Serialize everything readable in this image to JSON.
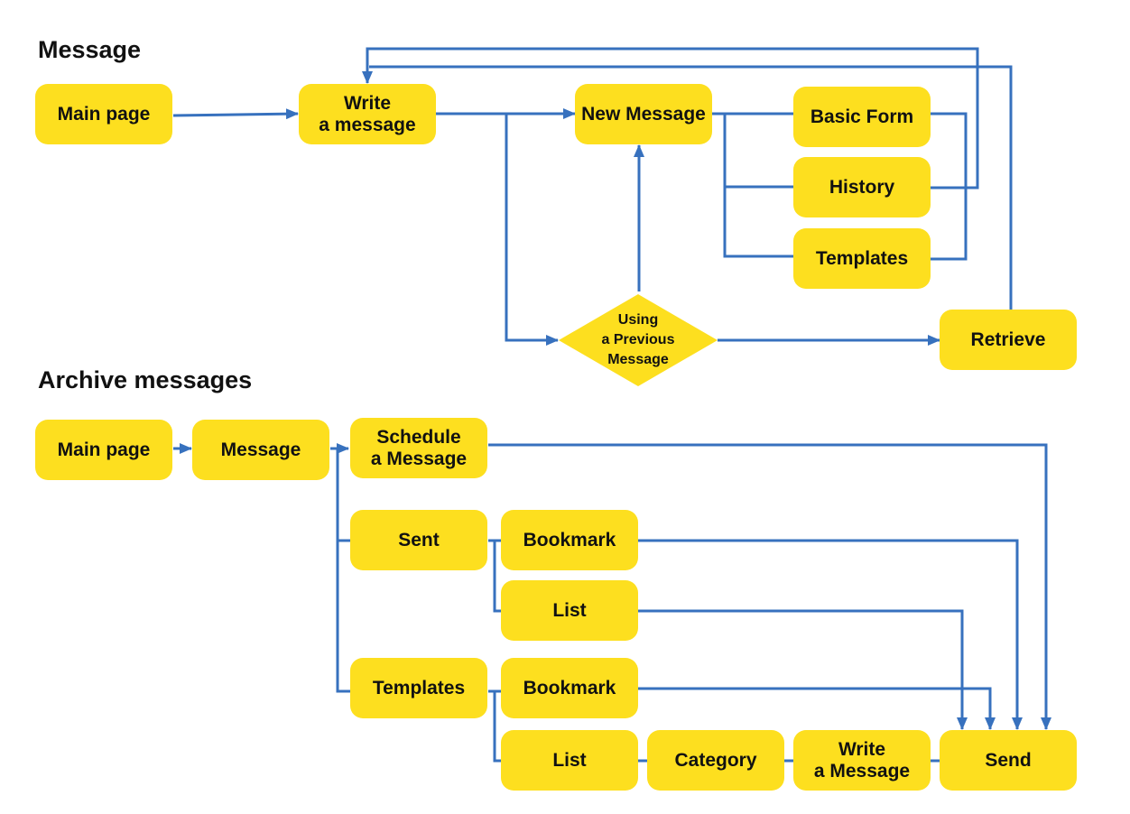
{
  "colors": {
    "node_fill": "#fddf1f",
    "edge": "#3771be",
    "text": "#111111"
  },
  "sections": {
    "message": {
      "title": "Message"
    },
    "archive": {
      "title": "Archive messages"
    }
  },
  "message_flow": {
    "main_page": "Main page",
    "write_a_message": [
      "Write",
      "a message"
    ],
    "new_message": "New Message",
    "basic_form": "Basic Form",
    "history": "History",
    "templates": "Templates",
    "using_previous": [
      "Using",
      "a Previous",
      "Message"
    ],
    "retrieve": "Retrieve"
  },
  "archive_flow": {
    "main_page": "Main page",
    "message": "Message",
    "schedule_message": [
      "Schedule",
      "a Message"
    ],
    "sent": "Sent",
    "sent_bookmark": "Bookmark",
    "sent_list": "List",
    "templates": "Templates",
    "templates_bookmark": "Bookmark",
    "templates_list": "List",
    "category": "Category",
    "write_message": [
      "Write",
      "a Message"
    ],
    "send": "Send"
  }
}
